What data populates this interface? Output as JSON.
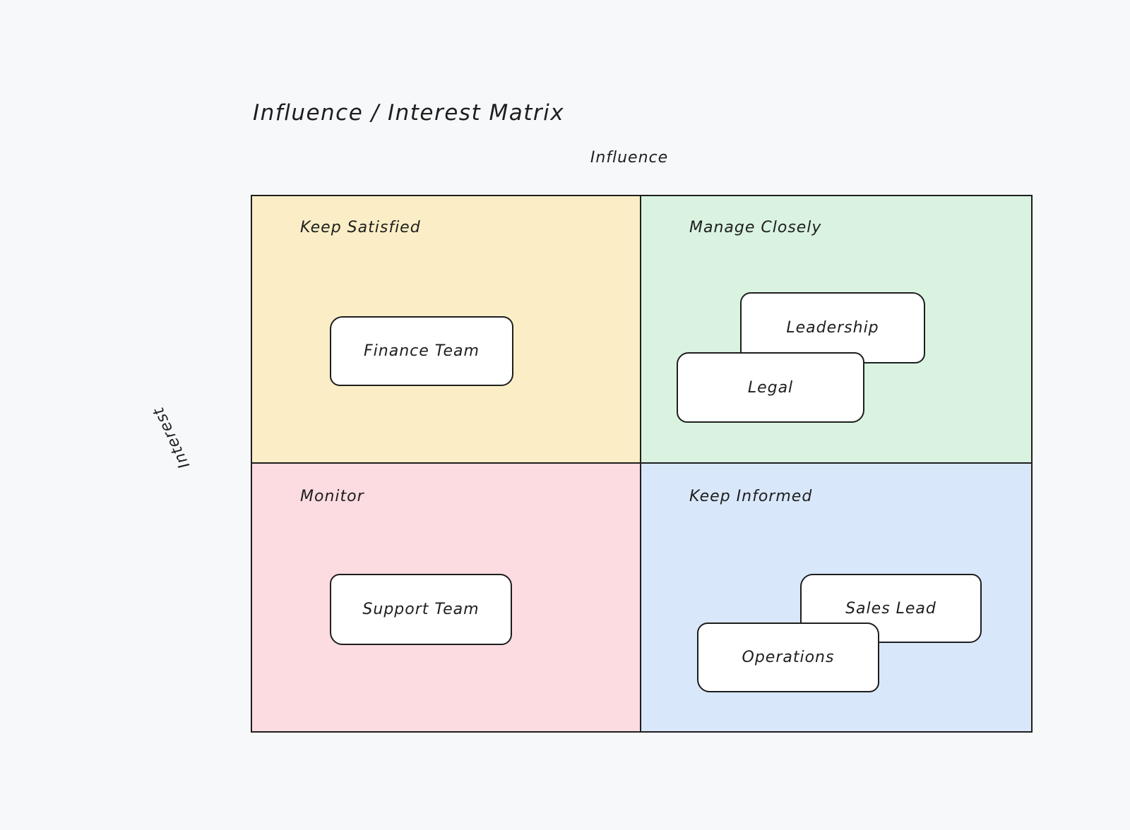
{
  "diagram": {
    "title": "Influence / Interest Matrix",
    "x_axis_label": "Influence",
    "y_axis_label": "Interest"
  },
  "quadrants": [
    {
      "position": "top-left",
      "label": "Keep Satisfied",
      "fill": "#FBEEC6"
    },
    {
      "position": "top-right",
      "label": "Manage Closely",
      "fill": "#D9F3E0"
    },
    {
      "position": "bottom-left",
      "label": "Monitor",
      "fill": "#FCDCE0"
    },
    {
      "position": "bottom-right",
      "label": "Keep Informed",
      "fill": "#D8E7FA"
    }
  ],
  "cards": [
    {
      "label": "Finance Team",
      "quadrant": "Keep Satisfied"
    },
    {
      "label": "Leadership",
      "quadrant": "Manage Closely"
    },
    {
      "label": "Legal",
      "quadrant": "Manage Closely"
    },
    {
      "label": "Support Team",
      "quadrant": "Monitor"
    },
    {
      "label": "Sales Lead",
      "quadrant": "Keep Informed"
    },
    {
      "label": "Operations",
      "quadrant": "Keep Informed"
    }
  ],
  "colors": {
    "background": "#F7F8FA",
    "stroke": "#1E1E1E",
    "card_fill": "#FFFFFF",
    "quadrant_top_left": "#FBEEC6",
    "quadrant_top_right": "#D9F3E0",
    "quadrant_bottom_left": "#FCDCE0",
    "quadrant_bottom_right": "#D8E7FA"
  }
}
